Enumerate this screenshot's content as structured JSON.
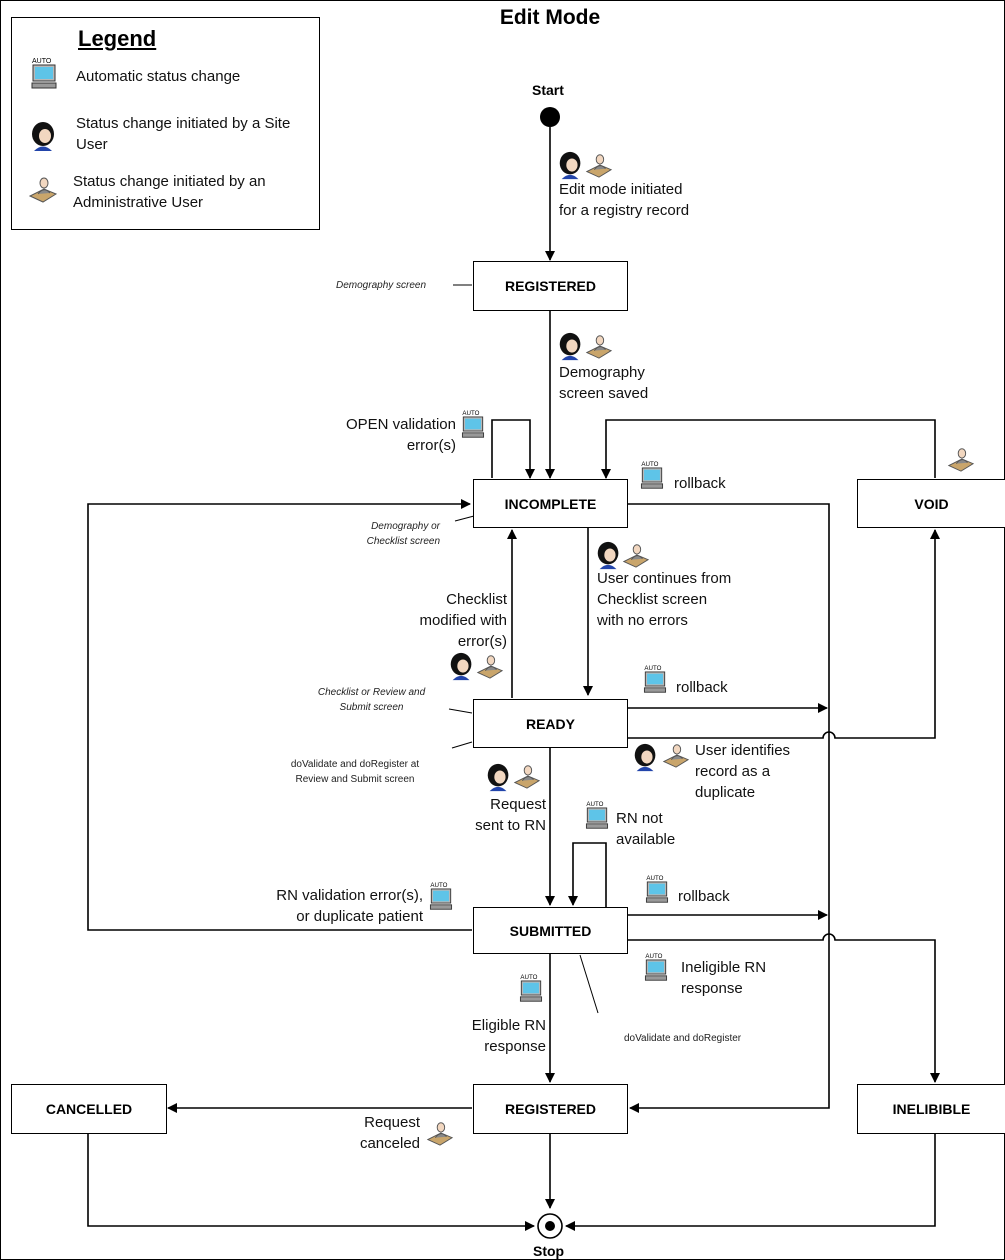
{
  "title": "Edit Mode",
  "legend": {
    "title": "Legend",
    "items": [
      {
        "icon": "computer-icon",
        "text": "Automatic status change"
      },
      {
        "icon": "site-user-icon",
        "text": "Status change initiated by a Site User"
      },
      {
        "icon": "admin-user-icon",
        "text": "Status change initiated by an Administrative User"
      }
    ],
    "auto_badge": "AUTO"
  },
  "nodes": {
    "start": "Start",
    "stop": "Stop"
  },
  "states": {
    "registered_top": "REGISTERED",
    "incomplete": "INCOMPLETE",
    "void": "VOID",
    "ready": "READY",
    "submitted": "SUBMITTED",
    "registered_bottom": "REGISTERED",
    "cancelled": "CANCELLED",
    "ineligible": "INELIBIBLE"
  },
  "transitions": {
    "edit_mode_initiated": [
      "Edit mode initiated",
      "for a registry record"
    ],
    "demography_saved": [
      "Demography",
      "screen saved"
    ],
    "open_validation": [
      "OPEN validation",
      "error(s)"
    ],
    "rollback": "rollback",
    "user_continues": [
      "User continues from",
      "Checklist screen",
      "with no errors"
    ],
    "checklist_modified": [
      "Checklist",
      "modified with",
      "error(s)"
    ],
    "user_identifies": [
      "User identifies",
      "record as a",
      "duplicate"
    ],
    "request_sent": [
      "Request",
      "sent to RN"
    ],
    "rn_not_available": [
      "RN not",
      "available"
    ],
    "rn_validation_error": [
      "RN validation error(s),",
      "or duplicate patient"
    ],
    "ineligible_response": [
      "Ineligible RN",
      "response"
    ],
    "eligible_response": [
      "Eligible RN",
      "response"
    ],
    "request_canceled": [
      "Request",
      "canceled"
    ]
  },
  "notes": {
    "demography_screen": "Demography screen",
    "demography_or_checklist": [
      "Demography or",
      "Checklist screen"
    ],
    "checklist_or_review": [
      "Checklist or Review and",
      "Submit screen"
    ],
    "dovalidate_review": [
      "doValidate and doRegister at",
      "Review and Submit screen"
    ],
    "dovalidate": "doValidate and doRegister"
  },
  "colors": {
    "line": "#000000",
    "monitor_screen": "#5ec4e8",
    "monitor_body": "#b8b8b8",
    "hair": "#111111",
    "admin_desk": "#c9a56b"
  }
}
